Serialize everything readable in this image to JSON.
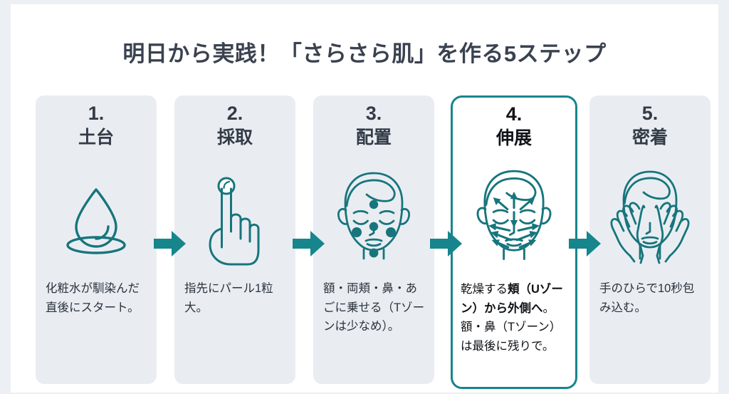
{
  "page": {
    "title": "明日から実践！「さらさら肌」を作る5ステップ",
    "background_color": "#ffffff",
    "outer_color": "#eceff4",
    "accent_color": "#17858c",
    "card_color": "#e9edf2",
    "text_color": "#333b47"
  },
  "arrows": {
    "glyph": "right-arrow",
    "color": "#17858c",
    "count": 4
  },
  "steps": [
    {
      "number": "1.",
      "name": "土台",
      "icon": "water-droplet-icon",
      "caption": "化粧水が馴染んだ直後にスタート。",
      "highlighted": false
    },
    {
      "number": "2.",
      "name": "採取",
      "icon": "pointing-finger-pearl-icon",
      "caption": "指先にパール1粒大。",
      "highlighted": false
    },
    {
      "number": "3.",
      "name": "配置",
      "icon": "face-with-dots-icon",
      "caption": "額・両頬・鼻・あごに乗せる（Tゾーンは少なめ）。",
      "highlighted": false
    },
    {
      "number": "4.",
      "name": "伸展",
      "icon": "face-with-spread-arrows-icon",
      "caption_parts": [
        {
          "text": "乾燥する",
          "bold": false
        },
        {
          "text": "頬（Uゾーン）から外側へ",
          "bold": true
        },
        {
          "text": "。額・鼻（Tゾーン）は最後に残りで。",
          "bold": false
        }
      ],
      "caption": "乾燥する頬（Uゾーン）から外側へ。額・鼻（Tゾーン）は最後に残りで。",
      "highlighted": true
    },
    {
      "number": "5.",
      "name": "密着",
      "icon": "hands-pressing-face-icon",
      "caption": "手のひらで10秒包み込む。",
      "highlighted": false
    }
  ]
}
